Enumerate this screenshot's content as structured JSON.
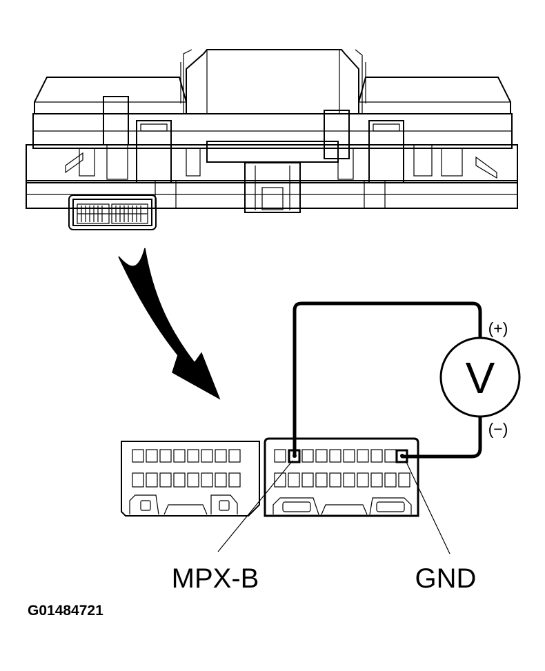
{
  "labels": {
    "pin_left": "MPX-B",
    "pin_right": "GND",
    "meter_symbol": "V",
    "polarity_positive": "(+)",
    "polarity_negative": "(−)",
    "figure_id": "G01484721"
  },
  "colors": {
    "ink": "#000000",
    "paper": "#ffffff"
  }
}
